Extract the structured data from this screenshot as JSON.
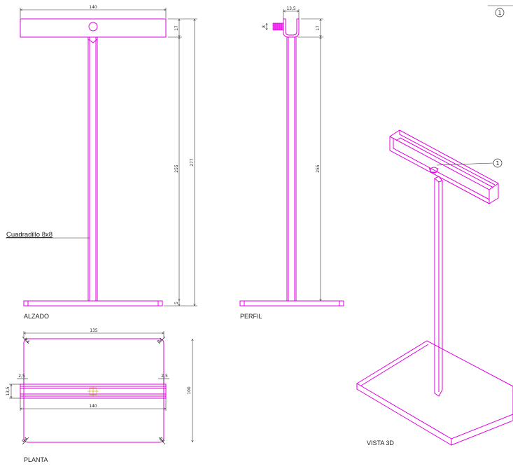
{
  "views": {
    "alzado": "ALZADO",
    "perfil": "PERFIL",
    "planta": "PLANTA",
    "vista3d": "VISTA 3D"
  },
  "callouts": {
    "profile_note": "Cuadradillo 8x8",
    "balloon_number": "1",
    "sheet_balloon": "1"
  },
  "dimensions": {
    "alzado_width": "140",
    "alzado_top_thickness": "17",
    "alzado_post_height": "255",
    "alzado_total_height": "277",
    "alzado_base_thickness": "5",
    "perfil_width": "13,5",
    "perfil_knob": "8",
    "perfil_top_thickness": "17",
    "perfil_post_height": "255",
    "planta_base_width": "135",
    "planta_base_depth": "100",
    "planta_top_width": "140",
    "planta_top_depth": "13,5",
    "planta_offset_left": "2,5",
    "planta_offset_right": "2,5",
    "planta_radius_tl": "R4",
    "planta_radius_tr": "R4",
    "planta_radius_bl": "R4",
    "planta_radius_br": "R4"
  },
  "colors": {
    "part_line": "#e000e0",
    "dimension_line": "#303030",
    "background": "#ffffff"
  }
}
